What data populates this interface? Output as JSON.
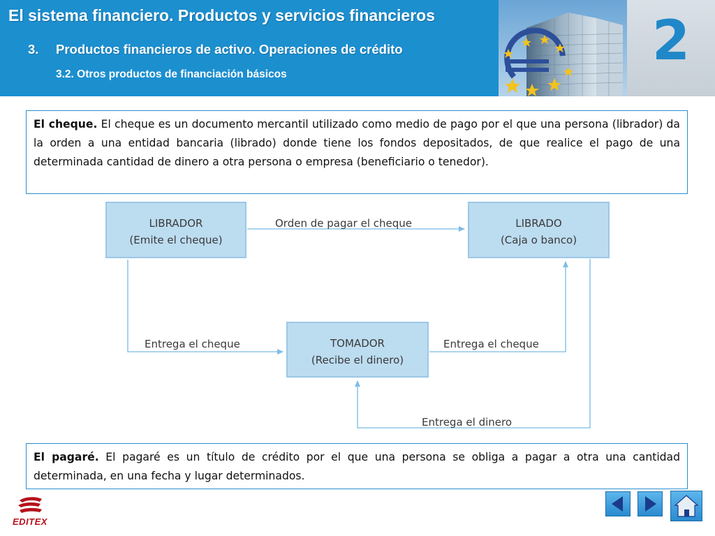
{
  "header": {
    "title": "El sistema financiero. Productos y servicios financieros",
    "section_number": "3.",
    "section_title": "Productos financieros de activo. Operaciones de crédito",
    "subsection": "3.2. Otros productos de financiación básicos",
    "chapter": "2"
  },
  "cheque": {
    "term": "El cheque.",
    "text": " El cheque es un documento mercantil utilizado como medio de pago por el que una persona (librador) da la orden a una entidad bancaria (librado) donde tiene los fondos depositados, de que realice el pago de una determinada cantidad de dinero a otra persona o empresa (beneficiario o tenedor)."
  },
  "diagram": {
    "librador": {
      "title": "LIBRADOR",
      "subtitle": "(Emite el cheque)"
    },
    "librado": {
      "title": "LIBRADO",
      "subtitle": "(Caja o banco)"
    },
    "tomador": {
      "title": "TOMADOR",
      "subtitle": "(Recibe el dinero)"
    },
    "flows": {
      "orden": "Orden de pagar el cheque",
      "entrega_cheque_left": "Entrega el cheque",
      "entrega_cheque_right": "Entrega el cheque",
      "entrega_dinero": "Entrega el dinero"
    }
  },
  "pagare": {
    "term": "El pagaré.",
    "text": " El pagaré es un título de crédito por el que una persona se obliga a pagar a otra una cantidad determinada, en una fecha y lugar determinados."
  },
  "footer": {
    "logo_text": "EDITEX"
  },
  "colors": {
    "header_blue": "#1c8fcf",
    "box_fill": "#bcdcf0",
    "arrow": "#7fbde6",
    "nav_button": "#2a8ad0",
    "logo_red": "#b5121b"
  }
}
